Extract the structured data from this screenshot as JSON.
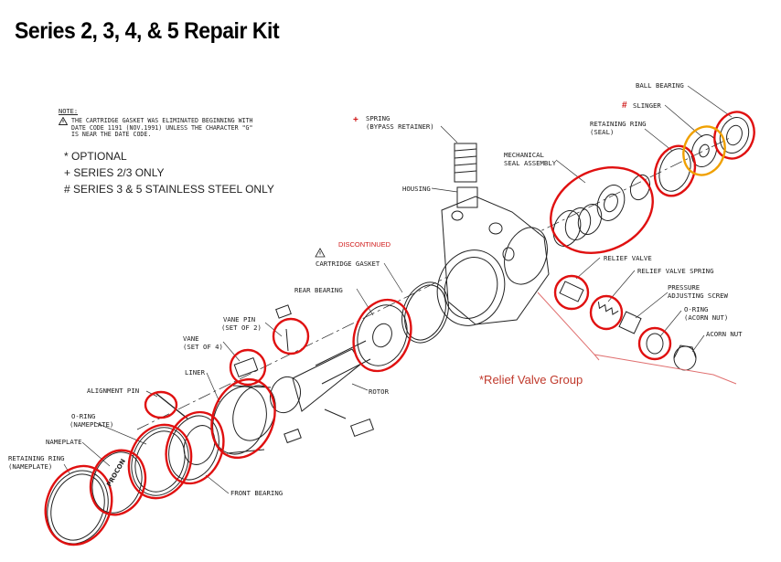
{
  "title": "Series 2, 3, 4, & 5 Repair Kit",
  "note": {
    "heading": "NOTE:",
    "text": "THE CARTRIDGE GASKET WAS ELIMINATED BEGINNING WITH\nDATE CODE 1191 (NOV.1991) UNLESS THE CHARACTER \"G\"\nIS NEAR THE DATE CODE."
  },
  "legend": {
    "optional": "* OPTIONAL",
    "series23": "+ SERIES 2/3 ONLY",
    "series35": "# SERIES 3 & 5 STAINLESS STEEL ONLY"
  },
  "labels": {
    "ball_bearing": "BALL BEARING",
    "slinger_mark": "#",
    "slinger": "SLINGER",
    "retaining_ring_seal_1": "RETAINING RING",
    "retaining_ring_seal_2": "(SEAL)",
    "spring_mark": "+",
    "spring_1": "SPRING",
    "spring_2": "(BYPASS RETAINER)",
    "mech_seal_1": "MECHANICAL",
    "mech_seal_2": "SEAL ASSEMBLY",
    "housing": "HOUSING",
    "discontinued": "DISCONTINUED",
    "cartridge_gasket": "CARTRIDGE GASKET",
    "relief_valve": "RELIEF VALVE",
    "relief_valve_spring": "RELIEF VALVE SPRING",
    "pressure_1": "PRESSURE",
    "pressure_2": "ADJUSTING SCREW",
    "oring_acorn_1": "O-RING",
    "oring_acorn_2": "(ACORN NUT)",
    "acorn_nut": "ACORN NUT",
    "rear_bearing": "REAR BEARING",
    "vane_pin_1": "VANE PIN",
    "vane_pin_2": "(SET OF 2)",
    "vane_1": "VANE",
    "vane_2": "(SET OF 4)",
    "liner": "LINER",
    "alignment_pin": "ALIGNMENT PIN",
    "rotor": "ROTOR",
    "oring_name_1": "O-RING",
    "oring_name_2": "(NAMEPLATE)",
    "nameplate": "NAMEPLATE",
    "ret_ring_name_1": "RETAINING RING",
    "ret_ring_name_2": "(NAMEPLATE)",
    "front_bearing": "FRONT BEARING",
    "relief_valve_group": "*Relief Valve Group",
    "nameplate_brand": "PROCON"
  },
  "colors": {
    "highlight_red": "#e01010",
    "highlight_orange": "#f0a000",
    "bracket_red": "#e07070",
    "line": "#222222"
  }
}
